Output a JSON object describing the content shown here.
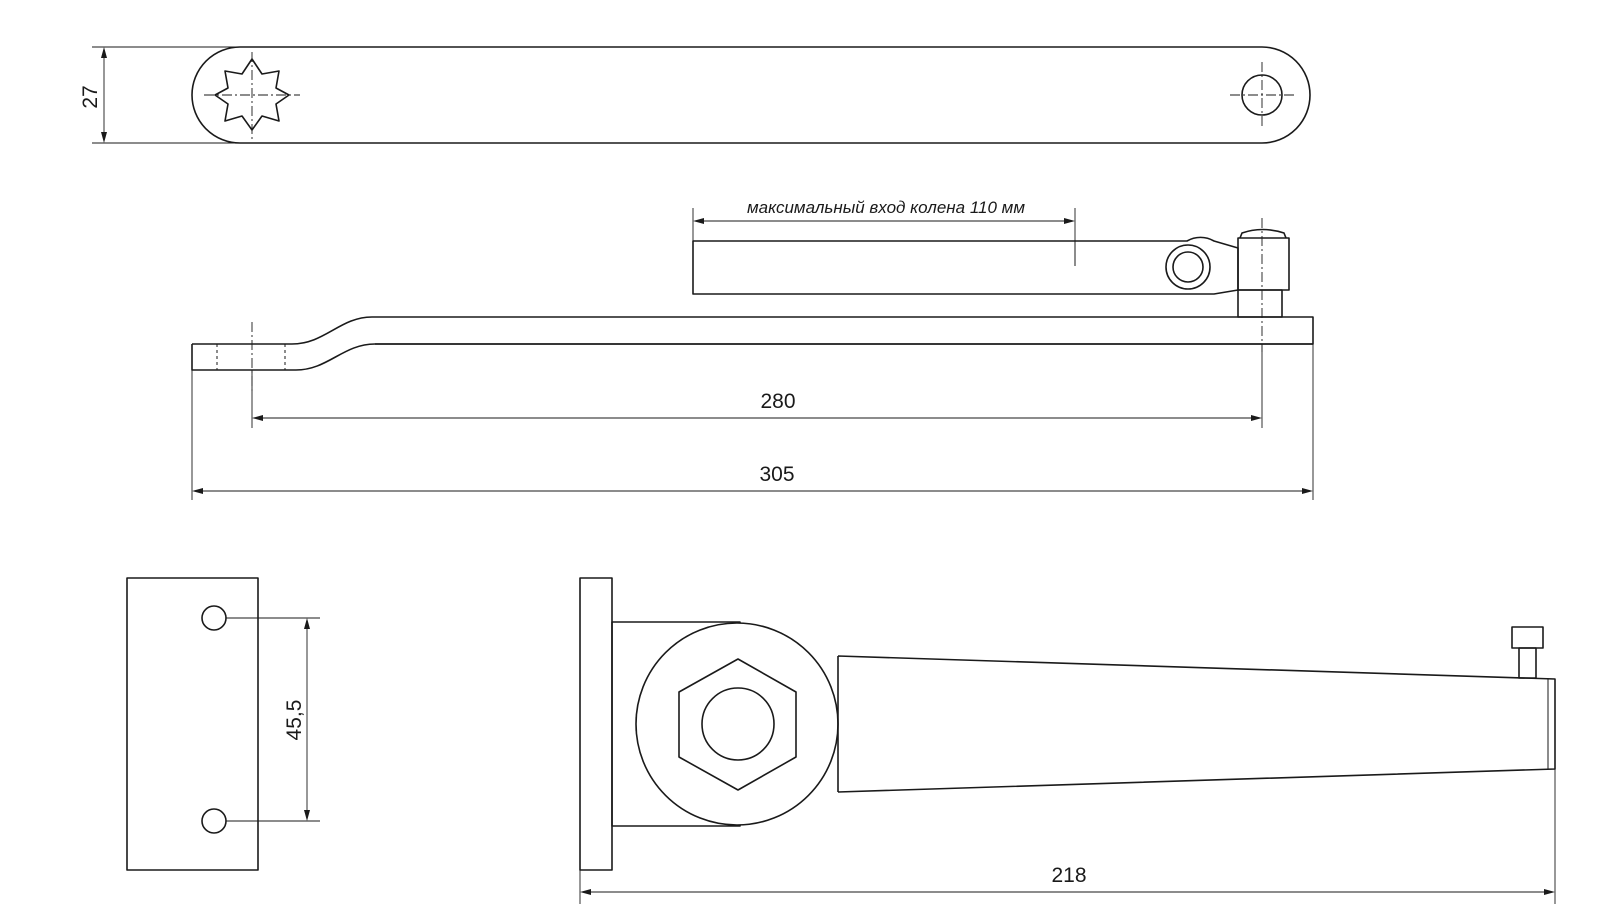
{
  "dimensions": {
    "arm_width": "27",
    "max_knee_travel": "максимальный вход колена 110 мм",
    "hole_spacing": "280",
    "overall_length": "305",
    "bracket_hole_spacing": "45,5",
    "body_length": "218"
  }
}
